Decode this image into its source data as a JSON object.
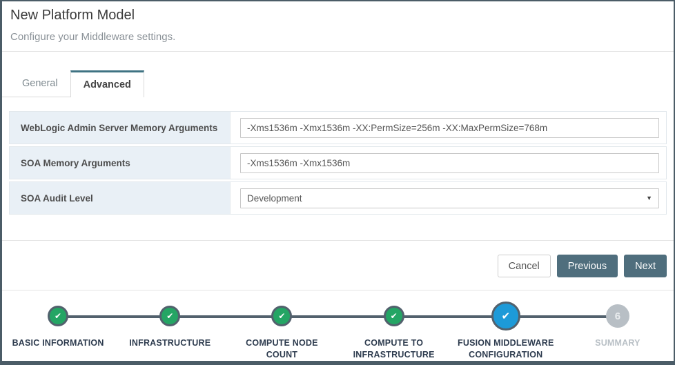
{
  "window": {
    "title": "New Platform Model",
    "subtitle": "Configure your Middleware settings."
  },
  "tabs": [
    {
      "label": "General",
      "active": false
    },
    {
      "label": "Advanced",
      "active": true
    }
  ],
  "form": {
    "fields": [
      {
        "label": "WebLogic Admin Server Memory Arguments",
        "type": "text",
        "value": "-Xms1536m -Xmx1536m -XX:PermSize=256m -XX:MaxPermSize=768m"
      },
      {
        "label": "SOA Memory Arguments",
        "type": "text",
        "value": "-Xms1536m -Xmx1536m"
      },
      {
        "label": "SOA Audit Level",
        "type": "select",
        "value": "Development"
      }
    ]
  },
  "buttons": {
    "cancel": "Cancel",
    "previous": "Previous",
    "next": "Next"
  },
  "wizard": {
    "steps": [
      {
        "label": "BASIC INFORMATION",
        "state": "completed"
      },
      {
        "label": "INFRASTRUCTURE",
        "state": "completed"
      },
      {
        "label": "COMPUTE NODE COUNT",
        "state": "completed"
      },
      {
        "label": "COMPUTE TO INFRASTRUCTURE MAPPING",
        "state": "completed"
      },
      {
        "label": "FUSION MIDDLEWARE CONFIGURATION",
        "state": "current"
      },
      {
        "label": "SUMMARY",
        "state": "upcoming",
        "number": "6"
      }
    ],
    "check_glyph": "✔"
  },
  "icons": {
    "select_caret": "▼"
  },
  "colors": {
    "frame": "#4b5c67",
    "accent_tab": "#3f7383",
    "button_dark": "#4f6e7d",
    "step_completed": "#24a564",
    "step_current": "#1d9ad8",
    "step_upcoming": "#b8bfc5",
    "step_ring": "#52616d",
    "label_cell_bg": "#e9f0f6"
  }
}
